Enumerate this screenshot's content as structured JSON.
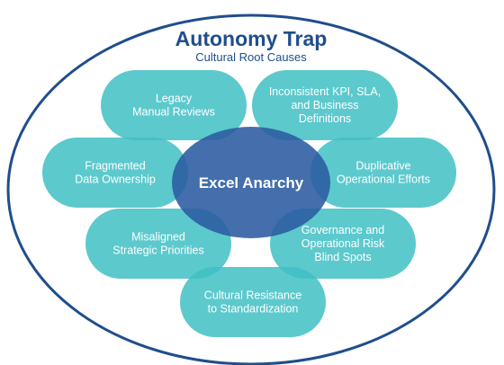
{
  "diagram": {
    "title": "Autonomy Trap",
    "subtitle": "Cultural Root Causes",
    "center": {
      "label": "Excel Anarchy"
    },
    "causes": [
      {
        "id": "legacy",
        "lines": [
          "Legacy",
          "Manual Reviews"
        ]
      },
      {
        "id": "inconsistent",
        "lines": [
          "Inconsistent KPI, SLA,",
          "and Business",
          "Definitions"
        ]
      },
      {
        "id": "fragmented",
        "lines": [
          "Fragmented",
          "Data Ownership"
        ]
      },
      {
        "id": "duplicative",
        "lines": [
          "Duplicative",
          "Operational Efforts"
        ]
      },
      {
        "id": "misaligned",
        "lines": [
          "Misaligned",
          "Strategic Priorities"
        ]
      },
      {
        "id": "governance",
        "lines": [
          "Governance and",
          "Operational Risk",
          "Blind Spots"
        ]
      },
      {
        "id": "cultural",
        "lines": [
          "Cultural Resistance",
          "to Standardization"
        ]
      }
    ],
    "colors": {
      "ring": "#1f4e8c",
      "pill": "#3fc0c4",
      "center": "#2b5aa0",
      "text": "#ffffff"
    }
  }
}
